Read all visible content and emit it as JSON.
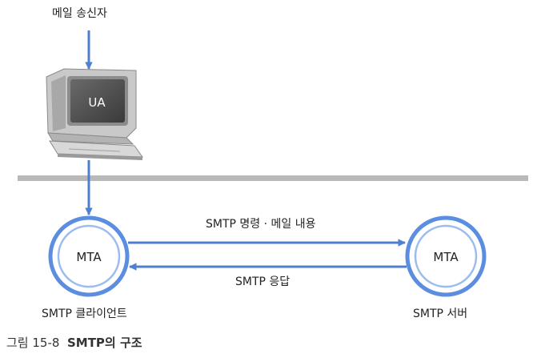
{
  "sender_label": "메일 송신자",
  "ua_label": "UA",
  "mta_client_label": "MTA",
  "mta_server_label": "MTA",
  "client_caption": "SMTP 클라이언트",
  "server_caption": "SMTP 서버",
  "command_label": "SMTP 명령 · 메일 내용",
  "response_label": "SMTP 응답",
  "figure_number": "그림 15-8",
  "figure_title": "SMTP의 구조",
  "colors": {
    "arrow": "#4f7fd1",
    "ring_outer": "#5b8ee0",
    "ring_inner": "#9bbcef",
    "divider": "#b9b9b9"
  }
}
